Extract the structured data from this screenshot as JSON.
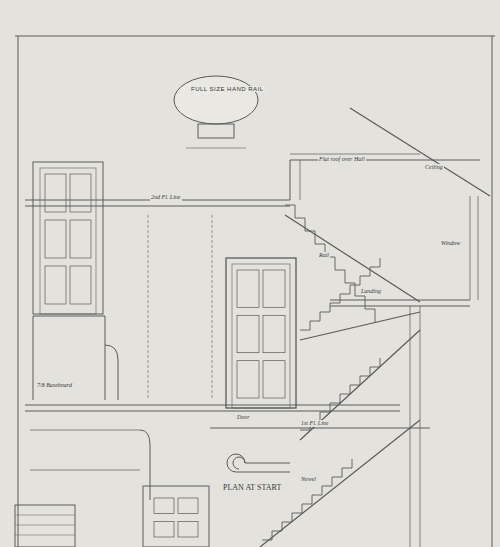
{
  "diagram": {
    "title": "FULL SIZE HAND RAIL",
    "labels": [
      "PLAN AT START",
      "Flat roof over Hall",
      "Ceiling",
      "2nd Fl. Line",
      "1st Fl. Line",
      "Newel",
      "Landing",
      "Window",
      "7/8 Baseboard",
      "Door",
      "Rail"
    ]
  }
}
